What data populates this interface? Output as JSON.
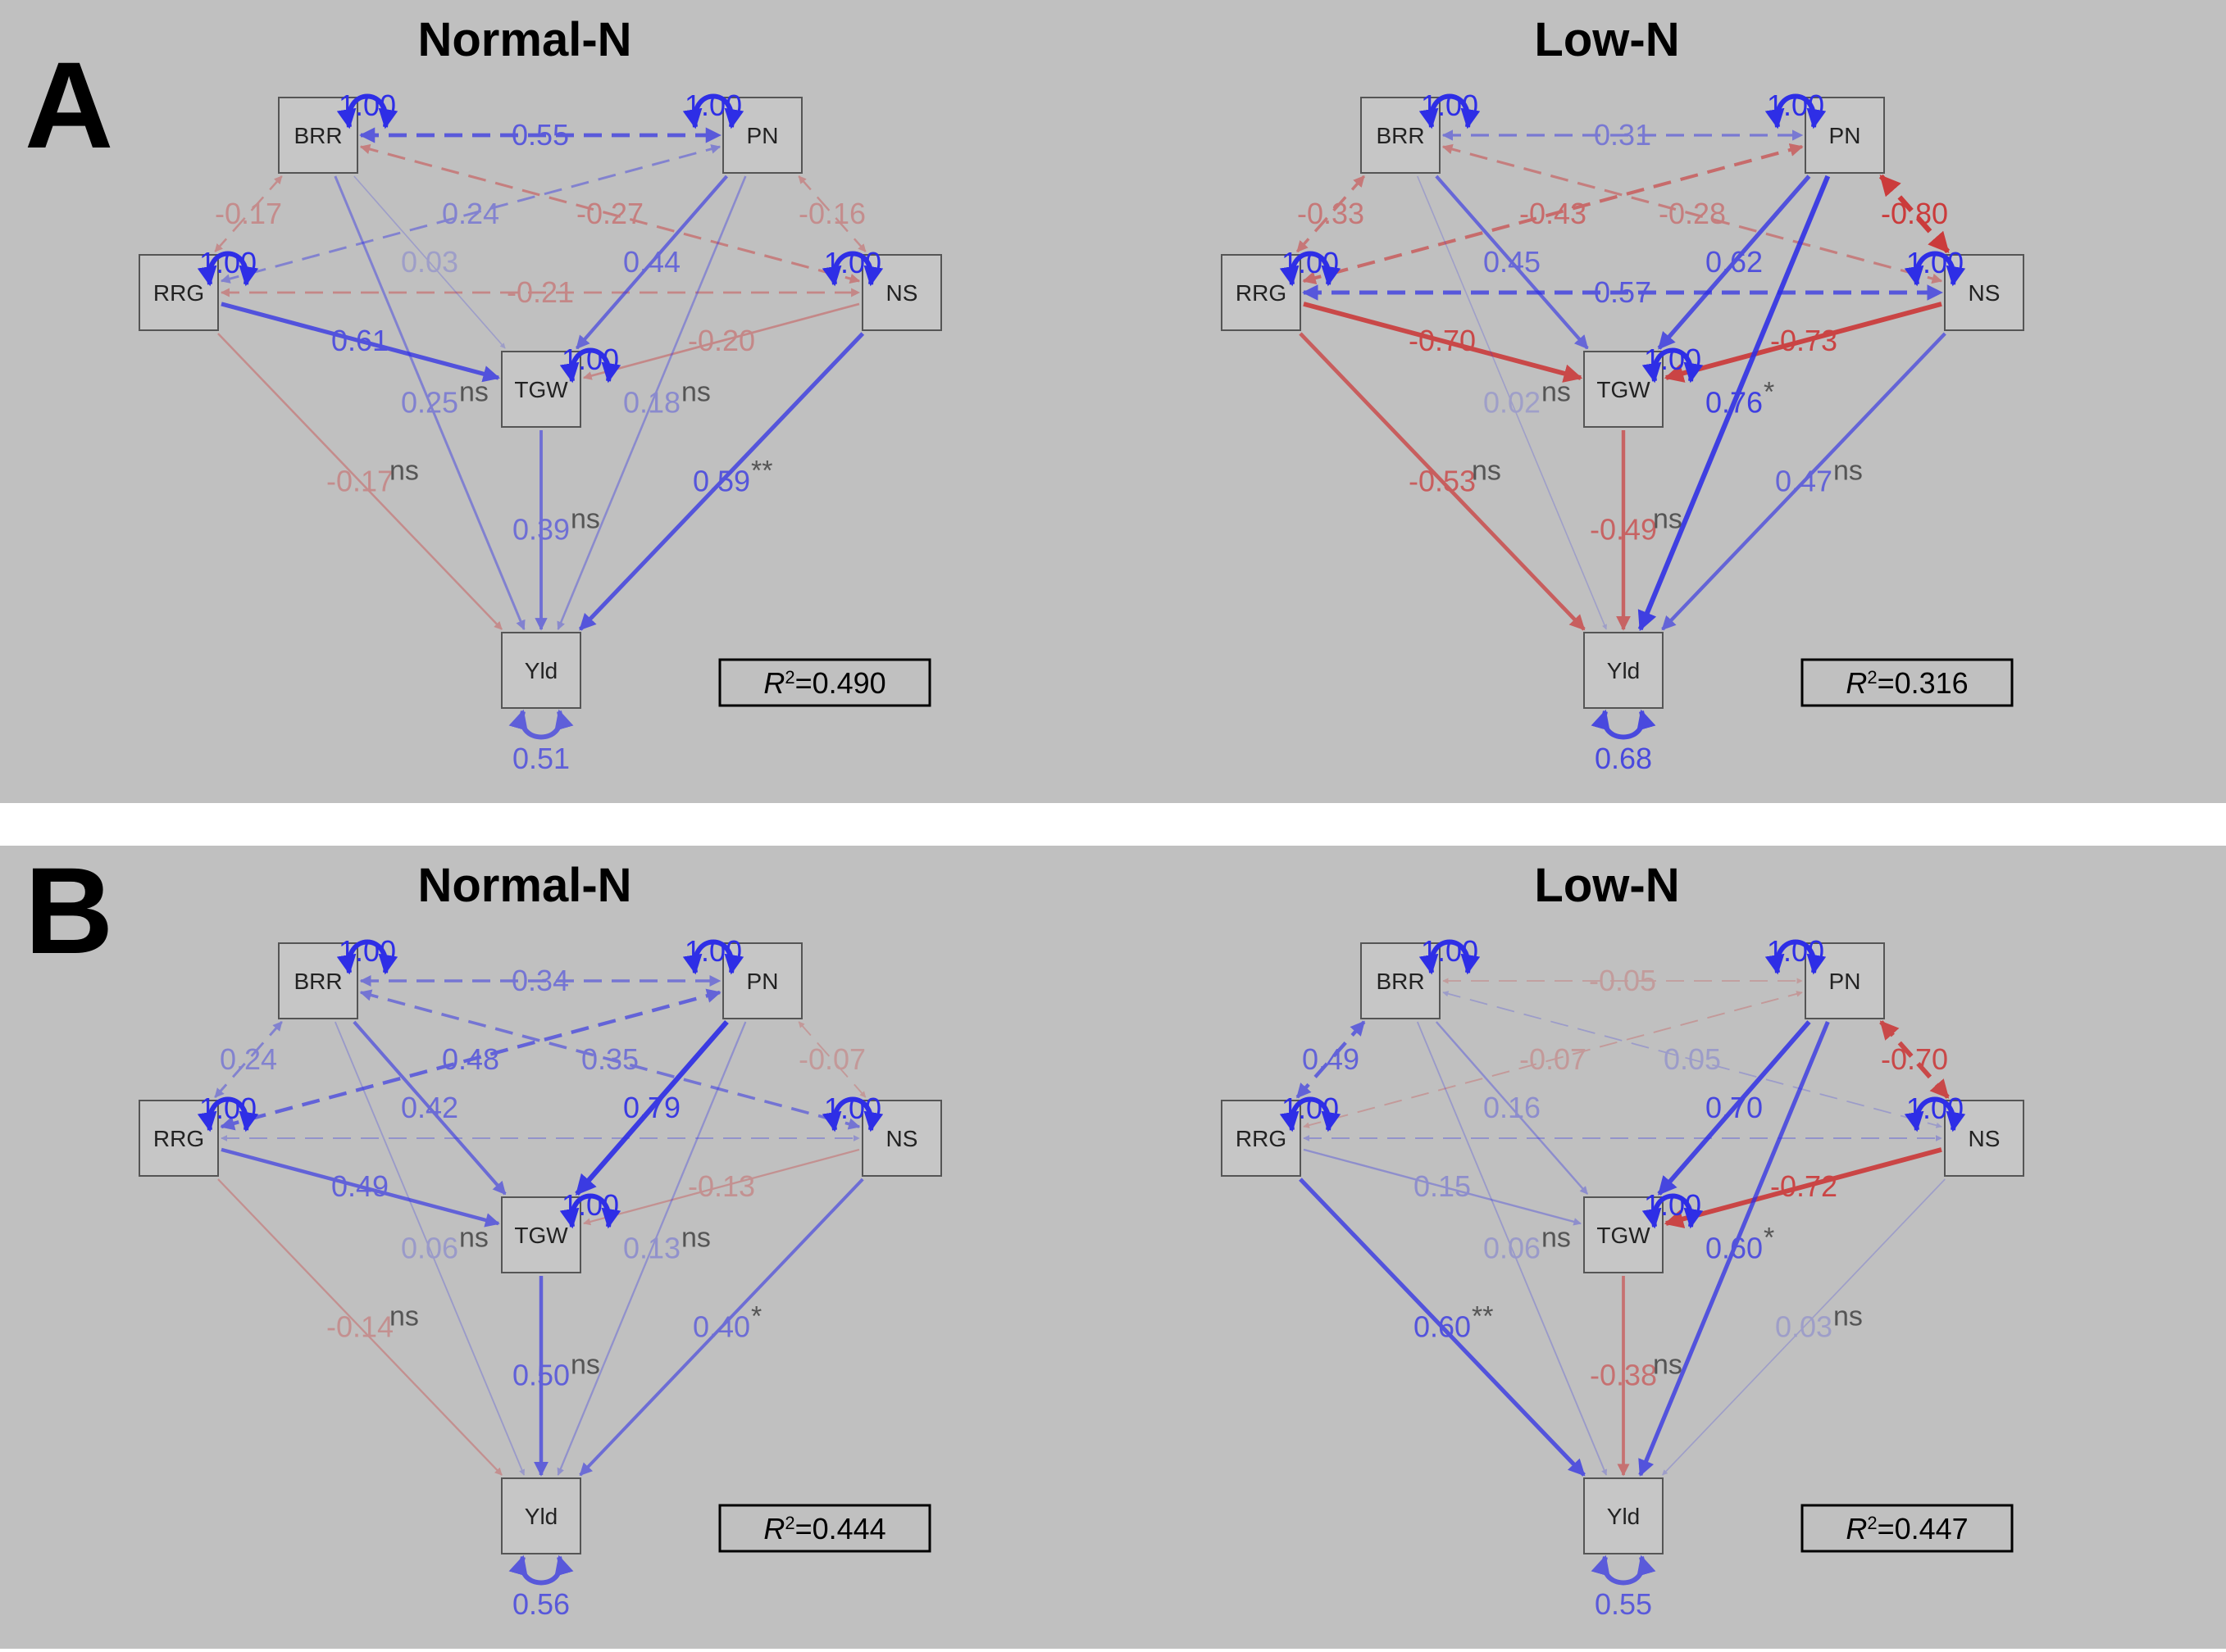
{
  "colors": {
    "panel_bg": "#c0c0c0",
    "positive": "#2e2ee6",
    "negative": "#cc3030",
    "node_fill": "#c6c6c6",
    "node_stroke": "#555555",
    "sig_text": "#555555"
  },
  "rows": [
    {
      "letter": "A",
      "panels": [
        {
          "title": "Normal-N",
          "r2": "=0.490",
          "yld_var": "0.51",
          "nodes": [
            {
              "id": "BRR",
              "label": "BRR",
              "var": "1.00"
            },
            {
              "id": "PN",
              "label": "PN",
              "var": "1.00"
            },
            {
              "id": "RRG",
              "label": "RRG",
              "var": "1.00"
            },
            {
              "id": "NS",
              "label": "NS",
              "var": "1.00"
            },
            {
              "id": "TGW",
              "label": "TGW",
              "var": "1.00"
            },
            {
              "id": "Yld",
              "label": "Yld",
              "var": "0.51"
            }
          ],
          "edges": [
            {
              "from": "BRR",
              "to": "PN",
              "value": "0.55",
              "kind": "cov",
              "sig": ""
            },
            {
              "from": "BRR",
              "to": "RRG",
              "value": "-0.17",
              "kind": "cov",
              "sig": ""
            },
            {
              "from": "BRR",
              "to": "NS",
              "value": "-0.27",
              "kind": "cov",
              "sig": ""
            },
            {
              "from": "RRG",
              "to": "PN",
              "value": "0.24",
              "kind": "cov",
              "sig": ""
            },
            {
              "from": "PN",
              "to": "NS",
              "value": "-0.16",
              "kind": "cov",
              "sig": ""
            },
            {
              "from": "RRG",
              "to": "NS",
              "value": "-0.21",
              "kind": "cov",
              "sig": ""
            },
            {
              "from": "RRG",
              "to": "TGW",
              "value": "0.61",
              "kind": "path",
              "sig": ""
            },
            {
              "from": "PN",
              "to": "TGW",
              "value": "0.44",
              "kind": "path",
              "sig": ""
            },
            {
              "from": "NS",
              "to": "TGW",
              "value": "-0.20",
              "kind": "path",
              "sig": ""
            },
            {
              "from": "BRR",
              "to": "TGW",
              "value": "0.03",
              "kind": "path",
              "sig": ""
            },
            {
              "from": "BRR",
              "to": "Yld",
              "value": "0.25",
              "kind": "path",
              "sig": "ns"
            },
            {
              "from": "PN",
              "to": "Yld",
              "value": "0.18",
              "kind": "path",
              "sig": "ns"
            },
            {
              "from": "RRG",
              "to": "Yld",
              "value": "-0.17",
              "kind": "path",
              "sig": "ns"
            },
            {
              "from": "TGW",
              "to": "Yld",
              "value": "0.39",
              "kind": "path",
              "sig": "ns"
            },
            {
              "from": "NS",
              "to": "Yld",
              "value": "0.59",
              "kind": "path",
              "sig": "**"
            }
          ]
        },
        {
          "title": "Low-N",
          "r2": "=0.316",
          "yld_var": "0.68",
          "nodes": [
            {
              "id": "BRR",
              "label": "BRR",
              "var": "1.00"
            },
            {
              "id": "PN",
              "label": "PN",
              "var": "1.00"
            },
            {
              "id": "RRG",
              "label": "RRG",
              "var": "1.00"
            },
            {
              "id": "NS",
              "label": "NS",
              "var": "1.00"
            },
            {
              "id": "TGW",
              "label": "TGW",
              "var": "1.00"
            },
            {
              "id": "Yld",
              "label": "Yld",
              "var": "0.68"
            }
          ],
          "edges": [
            {
              "from": "BRR",
              "to": "PN",
              "value": "0.31",
              "kind": "cov",
              "sig": ""
            },
            {
              "from": "BRR",
              "to": "RRG",
              "value": "-0.33",
              "kind": "cov",
              "sig": ""
            },
            {
              "from": "BRR",
              "to": "NS",
              "value": "-0.28",
              "kind": "cov",
              "sig": ""
            },
            {
              "from": "RRG",
              "to": "PN",
              "value": "-0.43",
              "kind": "cov",
              "sig": ""
            },
            {
              "from": "PN",
              "to": "NS",
              "value": "-0.80",
              "kind": "cov",
              "sig": ""
            },
            {
              "from": "RRG",
              "to": "NS",
              "value": "0.57",
              "kind": "cov",
              "sig": ""
            },
            {
              "from": "RRG",
              "to": "TGW",
              "value": "-0.70",
              "kind": "path",
              "sig": ""
            },
            {
              "from": "PN",
              "to": "TGW",
              "value": "0.62",
              "kind": "path",
              "sig": ""
            },
            {
              "from": "NS",
              "to": "TGW",
              "value": "-0.73",
              "kind": "path",
              "sig": ""
            },
            {
              "from": "BRR",
              "to": "TGW",
              "value": "0.45",
              "kind": "path",
              "sig": ""
            },
            {
              "from": "BRR",
              "to": "Yld",
              "value": "0.02",
              "kind": "path",
              "sig": "ns"
            },
            {
              "from": "PN",
              "to": "Yld",
              "value": "0.76",
              "kind": "path",
              "sig": "*"
            },
            {
              "from": "RRG",
              "to": "Yld",
              "value": "-0.53",
              "kind": "path",
              "sig": "ns"
            },
            {
              "from": "TGW",
              "to": "Yld",
              "value": "-0.49",
              "kind": "path",
              "sig": "ns"
            },
            {
              "from": "NS",
              "to": "Yld",
              "value": "0.47",
              "kind": "path",
              "sig": "ns"
            }
          ]
        }
      ]
    },
    {
      "letter": "B",
      "panels": [
        {
          "title": "Normal-N",
          "r2": "=0.444",
          "yld_var": "0.56",
          "nodes": [
            {
              "id": "BRR",
              "label": "BRR",
              "var": "1.00"
            },
            {
              "id": "PN",
              "label": "PN",
              "var": "1.00"
            },
            {
              "id": "RRG",
              "label": "RRG",
              "var": "1.00"
            },
            {
              "id": "NS",
              "label": "NS",
              "var": "1.00"
            },
            {
              "id": "TGW",
              "label": "TGW",
              "var": "1.00"
            },
            {
              "id": "Yld",
              "label": "Yld",
              "var": "0.56"
            }
          ],
          "edges": [
            {
              "from": "BRR",
              "to": "PN",
              "value": "0.34",
              "kind": "cov",
              "sig": ""
            },
            {
              "from": "BRR",
              "to": "RRG",
              "value": "0.24",
              "kind": "cov",
              "sig": ""
            },
            {
              "from": "BRR",
              "to": "NS",
              "value": "0.35",
              "kind": "cov",
              "sig": ""
            },
            {
              "from": "RRG",
              "to": "PN",
              "value": "0.48",
              "kind": "cov",
              "sig": ""
            },
            {
              "from": "PN",
              "to": "NS",
              "value": "-0.07",
              "kind": "cov",
              "sig": ""
            },
            {
              "from": "RRG",
              "to": "NS",
              "value": "",
              "kind": "cov",
              "sig": ""
            },
            {
              "from": "RRG",
              "to": "TGW",
              "value": "0.49",
              "kind": "path",
              "sig": ""
            },
            {
              "from": "PN",
              "to": "TGW",
              "value": "0.79",
              "kind": "path",
              "sig": ""
            },
            {
              "from": "NS",
              "to": "TGW",
              "value": "-0.13",
              "kind": "path",
              "sig": ""
            },
            {
              "from": "BRR",
              "to": "TGW",
              "value": "0.42",
              "kind": "path",
              "sig": ""
            },
            {
              "from": "BRR",
              "to": "Yld",
              "value": "0.06",
              "kind": "path",
              "sig": "ns"
            },
            {
              "from": "PN",
              "to": "Yld",
              "value": "0.13",
              "kind": "path",
              "sig": "ns"
            },
            {
              "from": "RRG",
              "to": "Yld",
              "value": "-0.14",
              "kind": "path",
              "sig": "ns"
            },
            {
              "from": "TGW",
              "to": "Yld",
              "value": "0.50",
              "kind": "path",
              "sig": "ns"
            },
            {
              "from": "NS",
              "to": "Yld",
              "value": "0.40",
              "kind": "path",
              "sig": "*"
            }
          ]
        },
        {
          "title": "Low-N",
          "r2": "=0.447",
          "yld_var": "0.55",
          "nodes": [
            {
              "id": "BRR",
              "label": "BRR",
              "var": "1.00"
            },
            {
              "id": "PN",
              "label": "PN",
              "var": "1.00"
            },
            {
              "id": "RRG",
              "label": "RRG",
              "var": "1.00"
            },
            {
              "id": "NS",
              "label": "NS",
              "var": "1.00"
            },
            {
              "id": "TGW",
              "label": "TGW",
              "var": "1.00"
            },
            {
              "id": "Yld",
              "label": "Yld",
              "var": "0.55"
            }
          ],
          "edges": [
            {
              "from": "BRR",
              "to": "PN",
              "value": "-0.05",
              "kind": "cov",
              "sig": ""
            },
            {
              "from": "BRR",
              "to": "RRG",
              "value": "0.49",
              "kind": "cov",
              "sig": ""
            },
            {
              "from": "BRR",
              "to": "NS",
              "value": "0.05",
              "kind": "cov",
              "sig": ""
            },
            {
              "from": "RRG",
              "to": "PN",
              "value": "-0.07",
              "kind": "cov",
              "sig": ""
            },
            {
              "from": "PN",
              "to": "NS",
              "value": "-0.70",
              "kind": "cov",
              "sig": ""
            },
            {
              "from": "RRG",
              "to": "NS",
              "value": "",
              "kind": "cov",
              "sig": ""
            },
            {
              "from": "RRG",
              "to": "TGW",
              "value": "0.15",
              "kind": "path",
              "sig": ""
            },
            {
              "from": "PN",
              "to": "TGW",
              "value": "0.70",
              "kind": "path",
              "sig": ""
            },
            {
              "from": "NS",
              "to": "TGW",
              "value": "-0.72",
              "kind": "path",
              "sig": ""
            },
            {
              "from": "BRR",
              "to": "TGW",
              "value": "0.16",
              "kind": "path",
              "sig": ""
            },
            {
              "from": "BRR",
              "to": "Yld",
              "value": "0.06",
              "kind": "path",
              "sig": "ns"
            },
            {
              "from": "PN",
              "to": "Yld",
              "value": "0.60",
              "kind": "path",
              "sig": "*"
            },
            {
              "from": "RRG",
              "to": "Yld",
              "value": "0.60",
              "kind": "path",
              "sig": "**"
            },
            {
              "from": "TGW",
              "to": "Yld",
              "value": "-0.38",
              "kind": "path",
              "sig": "ns"
            },
            {
              "from": "NS",
              "to": "Yld",
              "value": "0.03",
              "kind": "path",
              "sig": "ns"
            }
          ]
        }
      ]
    }
  ]
}
